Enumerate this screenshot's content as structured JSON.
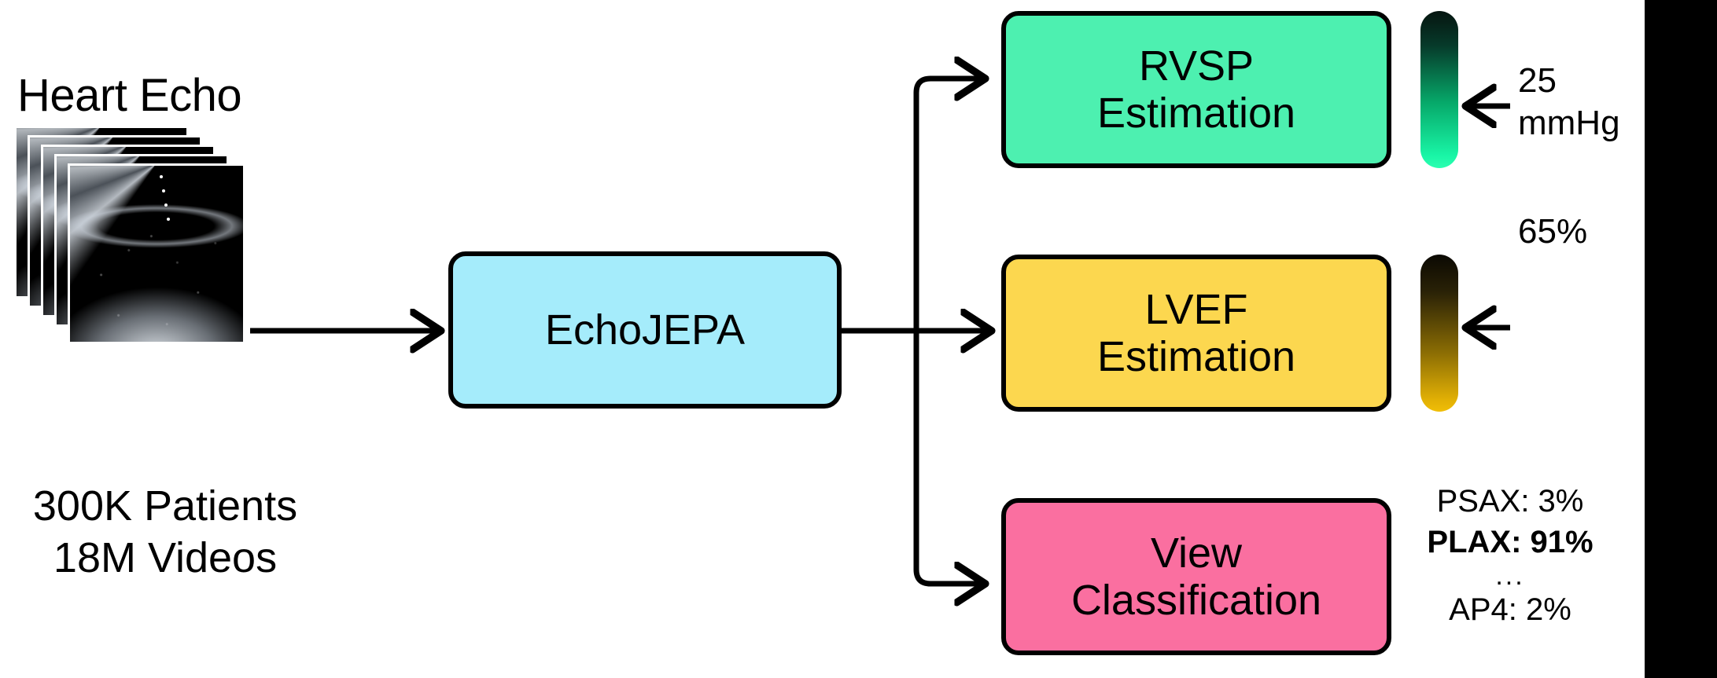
{
  "figure": {
    "background": "#ffffff",
    "band_color": "#000000"
  },
  "input": {
    "title": "Heart Echo",
    "caption_line1": "300K Patients",
    "caption_line2": "18M Videos",
    "frame_count": 5,
    "modality": "echocardiogram-video-stack"
  },
  "model": {
    "label": "EchoJEPA",
    "color": "#A5ECFB"
  },
  "heads": [
    {
      "id": "rvsp",
      "line1": "RVSP",
      "line2": "Estimation",
      "color": "#4DF0B0",
      "readout_value": "25",
      "readout_unit": "mmHg",
      "bar": {
        "top_color": "#061510",
        "bottom_color": "#2BFFB1",
        "marker_position_pct": 62
      }
    },
    {
      "id": "lvef",
      "line1": "LVEF",
      "line2": "Estimation",
      "color": "#FCD74F",
      "readout_value": "65%",
      "readout_unit": "",
      "bar": {
        "top_color": "#0b0903",
        "bottom_color": "#F0BE06",
        "marker_position_pct": 48
      }
    },
    {
      "id": "view",
      "line1": "View",
      "line2": "Classification",
      "color": "#FA6FA0",
      "readout_value": "",
      "readout_unit": "",
      "bar": null
    }
  ],
  "view_classification": {
    "rows": [
      {
        "label": "PSAX: 3%",
        "bold": false,
        "ellipsis": false
      },
      {
        "label": "PLAX: 91%",
        "bold": true,
        "ellipsis": false
      },
      {
        "label": "...",
        "bold": false,
        "ellipsis": true
      },
      {
        "label": "AP4: 2%",
        "bold": false,
        "ellipsis": false
      }
    ]
  },
  "arrows": {
    "input_to_model": "arrow-right",
    "model_to_branch": "arrow-right-branching",
    "bar_markers": "arrow-left"
  }
}
